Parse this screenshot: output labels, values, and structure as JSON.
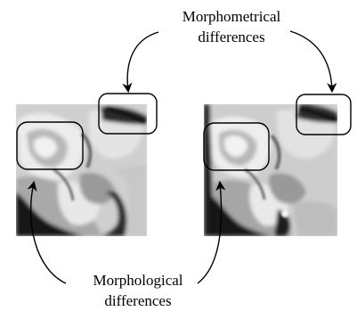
{
  "labels": {
    "top_line1": "Morphometrical",
    "top_line2": "differences",
    "bottom_line1": "Morphological",
    "bottom_line2": "differences"
  },
  "colors": {
    "background": "#ffffff",
    "ink": "#000000",
    "brain_light": "#e9e9e9",
    "brain_mid": "#bdbdbd",
    "brain_dark": "#1a1a1a"
  },
  "panels": [
    {
      "name": "left-mri-panel",
      "description_visible": false
    },
    {
      "name": "right-mri-panel",
      "description_visible": false
    }
  ]
}
